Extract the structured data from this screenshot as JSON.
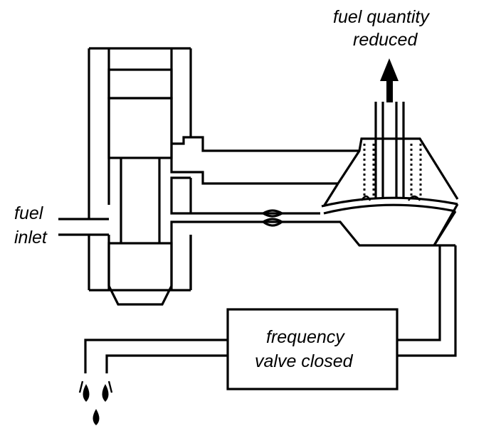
{
  "labels": {
    "fuel_quantity_line1": "fuel quantity",
    "fuel_quantity_line2": "reduced",
    "fuel_inlet_line1": "fuel",
    "fuel_inlet_line2": "inlet",
    "frequency_valve_line1": "frequency",
    "frequency_valve_line2": "valve closed"
  },
  "colors": {
    "line": "#000000",
    "background": "#ffffff"
  }
}
